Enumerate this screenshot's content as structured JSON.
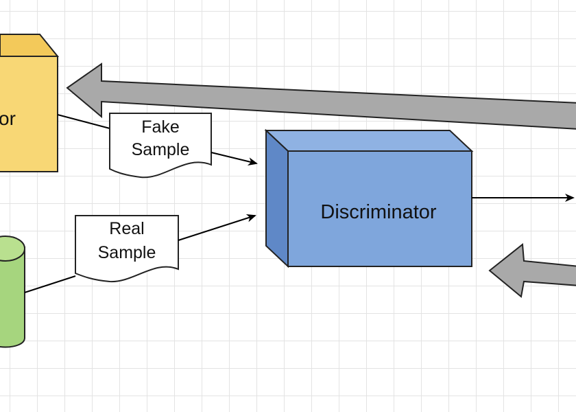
{
  "diagram": {
    "generator": {
      "label_visible": "or",
      "color": "#f8d775"
    },
    "fake_sample": {
      "line1": "Fake",
      "line2": "Sample"
    },
    "real_sample": {
      "line1": "Real",
      "line2": "Sample"
    },
    "discriminator": {
      "label": "Discriminator",
      "color": "#7fa6dc"
    },
    "database": {
      "color": "#a6d57e"
    },
    "feedback_arrow_color": "#a9a9a9",
    "edge_color": "#000000"
  }
}
